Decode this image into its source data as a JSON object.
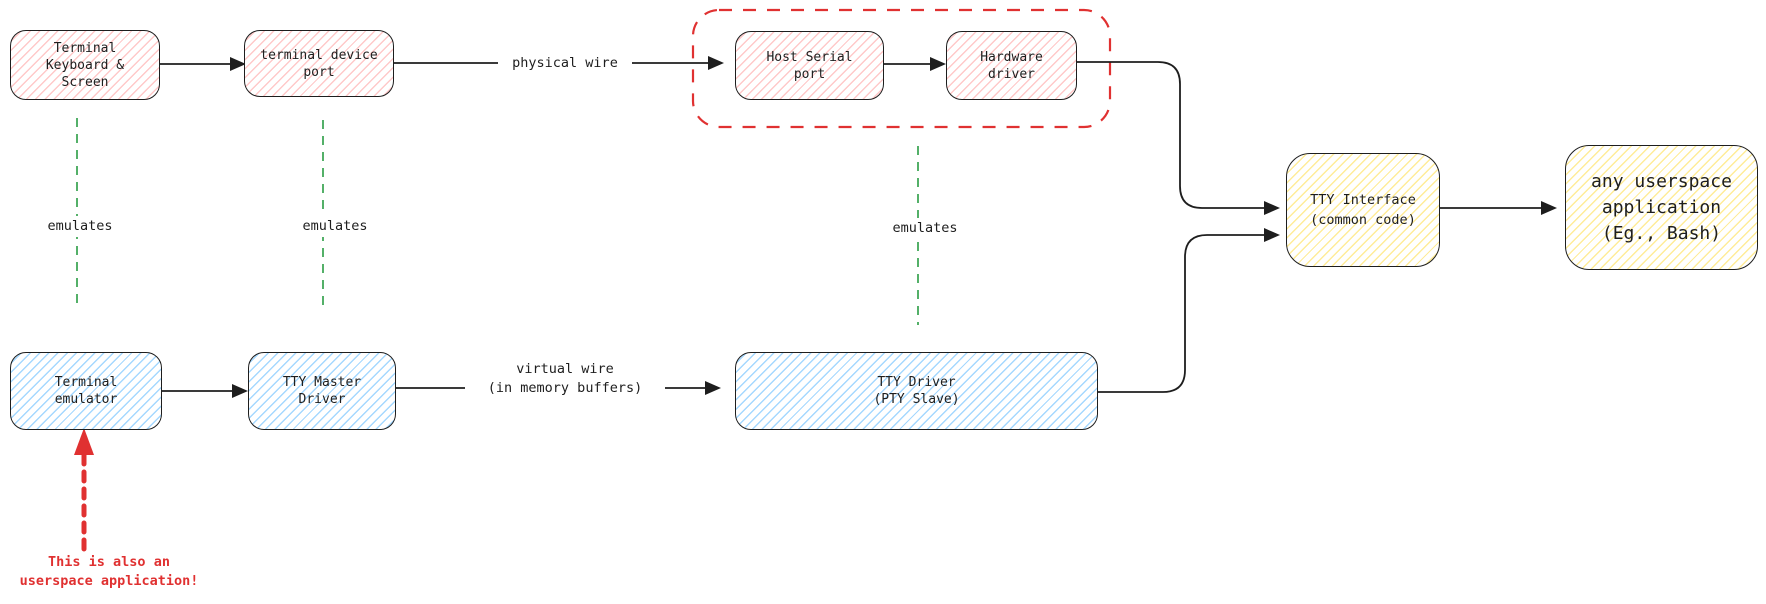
{
  "diagram": {
    "title_hint": "terminal / tty architecture diagram",
    "nodes": {
      "terminal_keyboard_screen": "Terminal\nKeyboard &\nScreen",
      "terminal_device_port": "terminal device\nport",
      "host_serial_port": "Host Serial\nport",
      "hardware_driver": "Hardware\ndriver",
      "tty_interface": "TTY Interface\n(common code)",
      "userspace_application": "any userspace\napplication\n(Eg., Bash)",
      "terminal_emulator": "Terminal\nemulator",
      "tty_master_driver": "TTY Master\nDriver",
      "tty_driver_pty_slave": "TTY Driver\n(PTY Slave)"
    },
    "edge_labels": {
      "physical_wire": "physical wire",
      "virtual_wire": "virtual wire\n(in memory buffers)",
      "emulates_terminal": "emulates",
      "emulates_device_port": "emulates",
      "emulates_serial": "emulates"
    },
    "annotations": {
      "userspace_note": "This is also an\nuserspace application!"
    },
    "colors": {
      "stroke": "#1e1e1e",
      "red_accent": "#e03131",
      "green_accent": "#36a24f",
      "pink_fill": "#ffc9c9",
      "blue_fill": "#a5d8ff",
      "yellow_fill": "#ffec99"
    }
  }
}
